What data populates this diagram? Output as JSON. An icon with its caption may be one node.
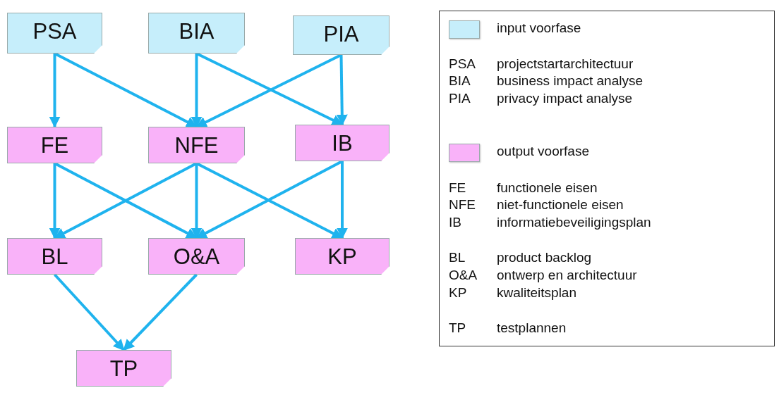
{
  "diagram": {
    "nodes": [
      {
        "text": [
          "PSA"
        ]
      },
      {
        "text": [
          "BIA"
        ]
      },
      {
        "text": [
          "PIA"
        ]
      },
      {
        "text": [
          "FE"
        ]
      },
      {
        "text": [
          "NFE"
        ]
      },
      {
        "text": [
          "IB"
        ]
      },
      {
        "text": [
          "BL"
        ]
      },
      {
        "text": [
          "O&A"
        ]
      },
      {
        "text": [
          "KP"
        ]
      },
      {
        "text": [
          "TP"
        ]
      }
    ],
    "edges": [
      {
        "from": 0,
        "to": 3,
        "arrow": "to"
      },
      {
        "from": 0,
        "to": 4,
        "arrow": "to"
      },
      {
        "from": 1,
        "to": 4,
        "arrow": "to"
      },
      {
        "from": 1,
        "to": 5,
        "arrow": "to"
      },
      {
        "from": 2,
        "to": 4,
        "arrow": "to"
      },
      {
        "from": 2,
        "to": 5,
        "arrow": "to"
      },
      {
        "from": 3,
        "to": 6,
        "arrow": "to"
      },
      {
        "from": 3,
        "to": 7,
        "arrow": "to"
      },
      {
        "from": 4,
        "to": 6,
        "arrow": "to"
      },
      {
        "from": 4,
        "to": 7,
        "arrow": "to"
      },
      {
        "from": 4,
        "to": 8,
        "arrow": "to"
      },
      {
        "from": 5,
        "to": 7,
        "arrow": "to"
      },
      {
        "from": 5,
        "to": 8,
        "arrow": "to"
      },
      {
        "from": 6,
        "to": 9,
        "arrow": "to"
      },
      {
        "from": 7,
        "to": 9,
        "arrow": "to"
      }
    ],
    "labels": [
      "PSA",
      "projectstartarchitectuur",
      "BIA",
      "business impact analyse",
      "PIA",
      "privacy impact analyse",
      "FE",
      "functionele eisen",
      "NFE",
      "niet-functionele eisen",
      "IB",
      "informatiebeveiligingsplan",
      "BL",
      "product backlog",
      "O&A",
      "ontwerp en architectuur",
      "KP",
      "kwaliteitsplan",
      "TP",
      "testplannen"
    ],
    "legend": [
      {
        "text": "input voorfase",
        "color": "#c6eefb"
      },
      {
        "text": "output voorfase",
        "color": "#f9b2f9"
      }
    ]
  }
}
